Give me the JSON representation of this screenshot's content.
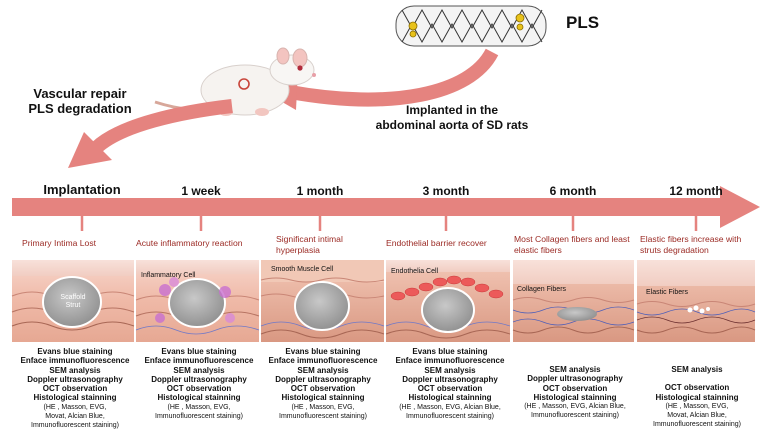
{
  "top": {
    "pls_label": "PLS",
    "implant_text_line1": "Implanted in the",
    "implant_text_line2": "abdominal aorta of SD rats",
    "repair_line1": "Vascular repair",
    "repair_line2": "PLS degradation"
  },
  "colors": {
    "arrow": "#e5837f",
    "finding_text": "#9b2a24",
    "tissue": "#f2c2b4",
    "strut": "#9a9a9a"
  },
  "phases": [
    {
      "title": "Implantation",
      "finding": "Primary Intima Lost",
      "panel_caption": "Scaffold Strut",
      "methods": [
        "Evans blue staining",
        "Enface immunofluorescence",
        "SEM analysis",
        "Doppler ultrasonography",
        "OCT observation",
        "Histological stainning"
      ],
      "stain_note": [
        "(HE , Masson, EVG,",
        "Movat, Alcian Blue,",
        "Immunofluorescent staining)"
      ]
    },
    {
      "title": "1 week",
      "finding": "Acute inflammatory reaction",
      "panel_caption": "Inflammatory Cell",
      "methods": [
        "Evans blue staining",
        "Enface immunofluorescence",
        "SEM analysis",
        "Doppler ultrasonography",
        "OCT observation",
        "Histological stainning"
      ],
      "stain_note": [
        "(HE , Masson, EVG,",
        "Immunofluorescent staining)"
      ]
    },
    {
      "title": "1 month",
      "finding": "Significant intimal hyperplasia",
      "panel_caption": "Smooth Muscle Cell",
      "methods": [
        "Evans blue staining",
        "Enface immunofluorescence",
        "SEM analysis",
        "Doppler ultrasonography",
        "OCT observation",
        "Histological stainning"
      ],
      "stain_note": [
        "(HE , Masson, EVG,",
        "Immunofluorescent staining)"
      ]
    },
    {
      "title": "3 month",
      "finding": "Endothelial barrier recover",
      "panel_caption": "Endothelia Cell",
      "methods": [
        "Evans blue staining",
        "Enface immunofluorescence",
        "SEM analysis",
        "Doppler ultrasonography",
        "OCT observation",
        "Histological stainning"
      ],
      "stain_note": [
        "(HE , Masson, EVG, Alcian Blue,",
        "Immunofluorescent staining)"
      ]
    },
    {
      "title": "6 month",
      "finding": "Most Collagen fibers  and least elastic fibers",
      "panel_caption": "Collagen Fibers",
      "methods": [
        "SEM analysis",
        "Doppler ultrasonography",
        "OCT observation",
        "Histological stainning"
      ],
      "stain_note": [
        "(HE , Masson, EVG, Alcian Blue,",
        "Immunofluorescent staining)"
      ]
    },
    {
      "title": "12 month",
      "finding": "Elastic fibers increase with struts degradation",
      "panel_caption": "Elastic Fibers",
      "methods": [
        "SEM analysis",
        "OCT observation",
        "Histological stainning"
      ],
      "stain_note": [
        "(HE , Masson, EVG,",
        "Movat, Alcian Blue,",
        "Immunofluorescent staining)"
      ]
    }
  ]
}
